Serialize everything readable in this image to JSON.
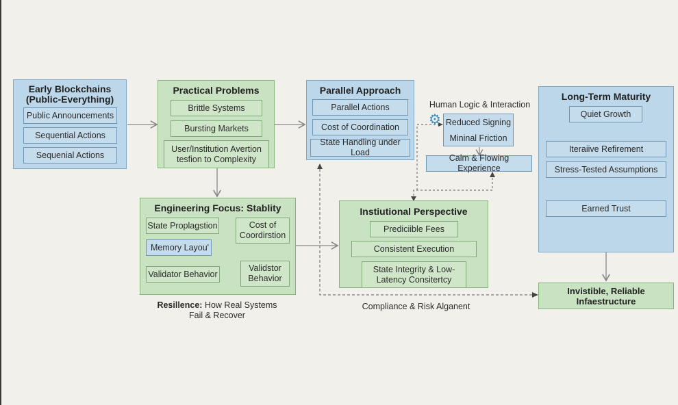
{
  "diagram": {
    "early_blockchains": {
      "title_line1": "Early Blockchains",
      "title_line2": "(Public-Everything)",
      "items": [
        "Public Announcements",
        "Sequential Actions",
        "Sequenial Actions"
      ]
    },
    "practical_problems": {
      "title": "Practical Problems",
      "items": [
        "Brittle Systems",
        "Bursting Markets",
        "User/Institution Avertion tesfion to Complexity"
      ]
    },
    "parallel_approach": {
      "title": "Parallel Approach",
      "items": [
        "Parallel Actions",
        "Cost of Coordination",
        "State Handling under Load"
      ]
    },
    "human_logic": {
      "title": "Human Logic & Interaction",
      "icon": "gear-icon",
      "box_lines": [
        "Reduced Signing",
        "Mininal Friction"
      ],
      "result": "Calm & Flowing Experience"
    },
    "long_term_maturity": {
      "title": "Long-Term Maturity",
      "items": [
        "Quiet Growth",
        "Iteraiive Refirement",
        "Stress-Tested Assumptions",
        "Earned Trust"
      ]
    },
    "engineering_focus": {
      "title": "Engineering Focus: Stablity",
      "items": {
        "state_propagation": "State Proplagstion",
        "cost_of_coordination": "Cost of Coordirstion",
        "memory_layout": "Memory Layou'",
        "validator_behavior_left": "Validator Behavior",
        "validator_behavior_right": "Validstor Behavior"
      },
      "caption_bold": "Resillence:",
      "caption_rest_line1": " How Real Systems",
      "caption_line2": "Fail & Recover"
    },
    "institutional_perspective": {
      "title": "Instiutional Perspective",
      "items": [
        "Prediciible Fees",
        "Consistent Execution",
        "State Integrity & Low-Latency Consitertcy"
      ]
    },
    "compliance_label": "Compliance & Risk Alganent",
    "invisible_infrastructure": {
      "line1": "Invistible, Reliable",
      "line2": "Infaestructure"
    }
  }
}
